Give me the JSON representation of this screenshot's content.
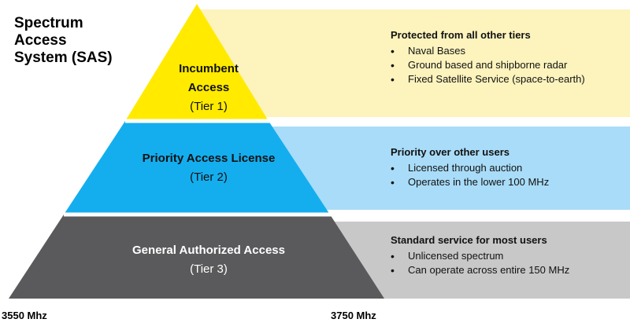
{
  "title": [
    "Spectrum",
    "Access",
    "System (SAS)"
  ],
  "tiers": [
    {
      "name_lines": [
        "Incumbent",
        "Access"
      ],
      "tier_label": "(Tier 1)",
      "color": "#FFEA00",
      "panel_color": "#FCF3BD",
      "panel": {
        "heading": "Protected from all other tiers",
        "bullets": [
          "Naval Bases",
          "Ground based and shipborne radar",
          "Fixed Satellite Service (space-to-earth)"
        ]
      }
    },
    {
      "name_lines": [
        "Priority Access License"
      ],
      "tier_label": "(Tier 2)",
      "color": "#14AEEF",
      "panel_color": "#A9DCF8",
      "panel": {
        "heading": "Priority over other users",
        "bullets": [
          "Licensed through auction",
          "Operates in the lower 100 MHz"
        ]
      }
    },
    {
      "name_lines": [
        "General Authorized Access"
      ],
      "tier_label": "(Tier 3)",
      "color": "#5A5A5C",
      "panel_color": "#C8C8C8",
      "panel": {
        "heading": "Standard service for most users",
        "bullets": [
          "Unlicensed spectrum",
          "Can operate across entire 150 MHz"
        ]
      }
    }
  ],
  "frequency_labels": {
    "left": "3550 Mhz",
    "right": "3750 Mhz"
  }
}
